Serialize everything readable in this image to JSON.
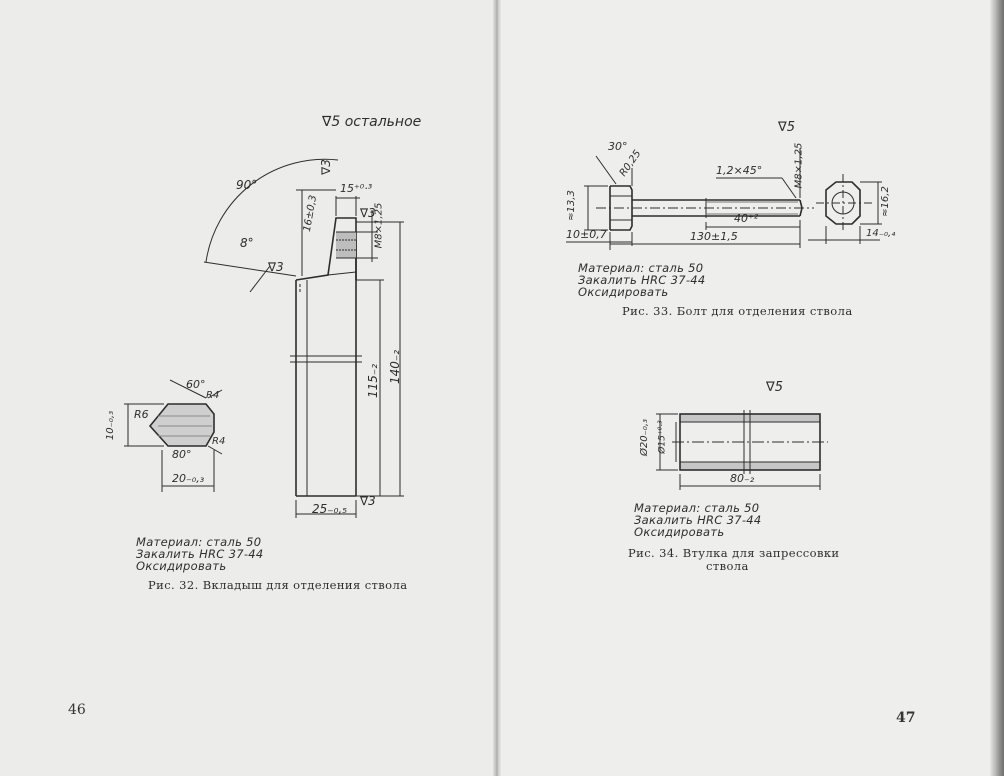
{
  "left_page": {
    "finish_note": "∇5 остальное",
    "material_lines": [
      "Материал: сталь 50",
      "Закалить HRC 37-44",
      "Оксидировать"
    ],
    "caption": "Рис. 32. Вкладыш для отделения ствола",
    "page_number": "46",
    "dims": {
      "angle_90": "90°",
      "angle_8": "8°",
      "rough_3a": "∇3",
      "rough_3b": "∇3",
      "rough_3c": "∇3",
      "rough_3d": "∇3",
      "d_15": "15⁺⁰·³",
      "d_16": "16±0,3",
      "d_m8": "M8×1,25",
      "d_115": "115₋₂",
      "d_140": "140₋₂",
      "d_25": "25₋₀,₅",
      "d_60": "60°",
      "d_r4a": "R4",
      "d_r6": "R6",
      "d_10": "10₋₀,₃",
      "d_r4b": "R4",
      "d_80": "80°",
      "d_20": "20₋₀,₃"
    }
  },
  "right_page": {
    "fig33": {
      "finish_note": "∇5",
      "material_lines": [
        "Материал: сталь 50",
        "Закалить HRC 37-44",
        "Оксидировать"
      ],
      "caption": "Рис. 33. Болт для отделения ствола",
      "dims": {
        "d_30": "30°",
        "d_r025": "R0,25",
        "d_133": "≈13,3",
        "d_12x45": "1,2×45°",
        "d_m8": "M8×1,25",
        "d_10": "10±0,7",
        "d_130": "130±1,5",
        "d_40": "40⁺²",
        "d_162": "≈16,2",
        "d_14": "14₋₀,₄"
      }
    },
    "fig34": {
      "finish_note": "∇5",
      "material_lines": [
        "Материал: сталь 50",
        "Закалить HRC 37-44",
        "Оксидировать"
      ],
      "caption_line1": "Рис. 34. Втулка для запрессовки",
      "caption_line2": "ствола",
      "dims": {
        "d_20": "Ø20₋₀,₃",
        "d_15": "Ø15⁺⁰·³",
        "d_80": "80₋₂"
      }
    },
    "page_number": "47"
  }
}
